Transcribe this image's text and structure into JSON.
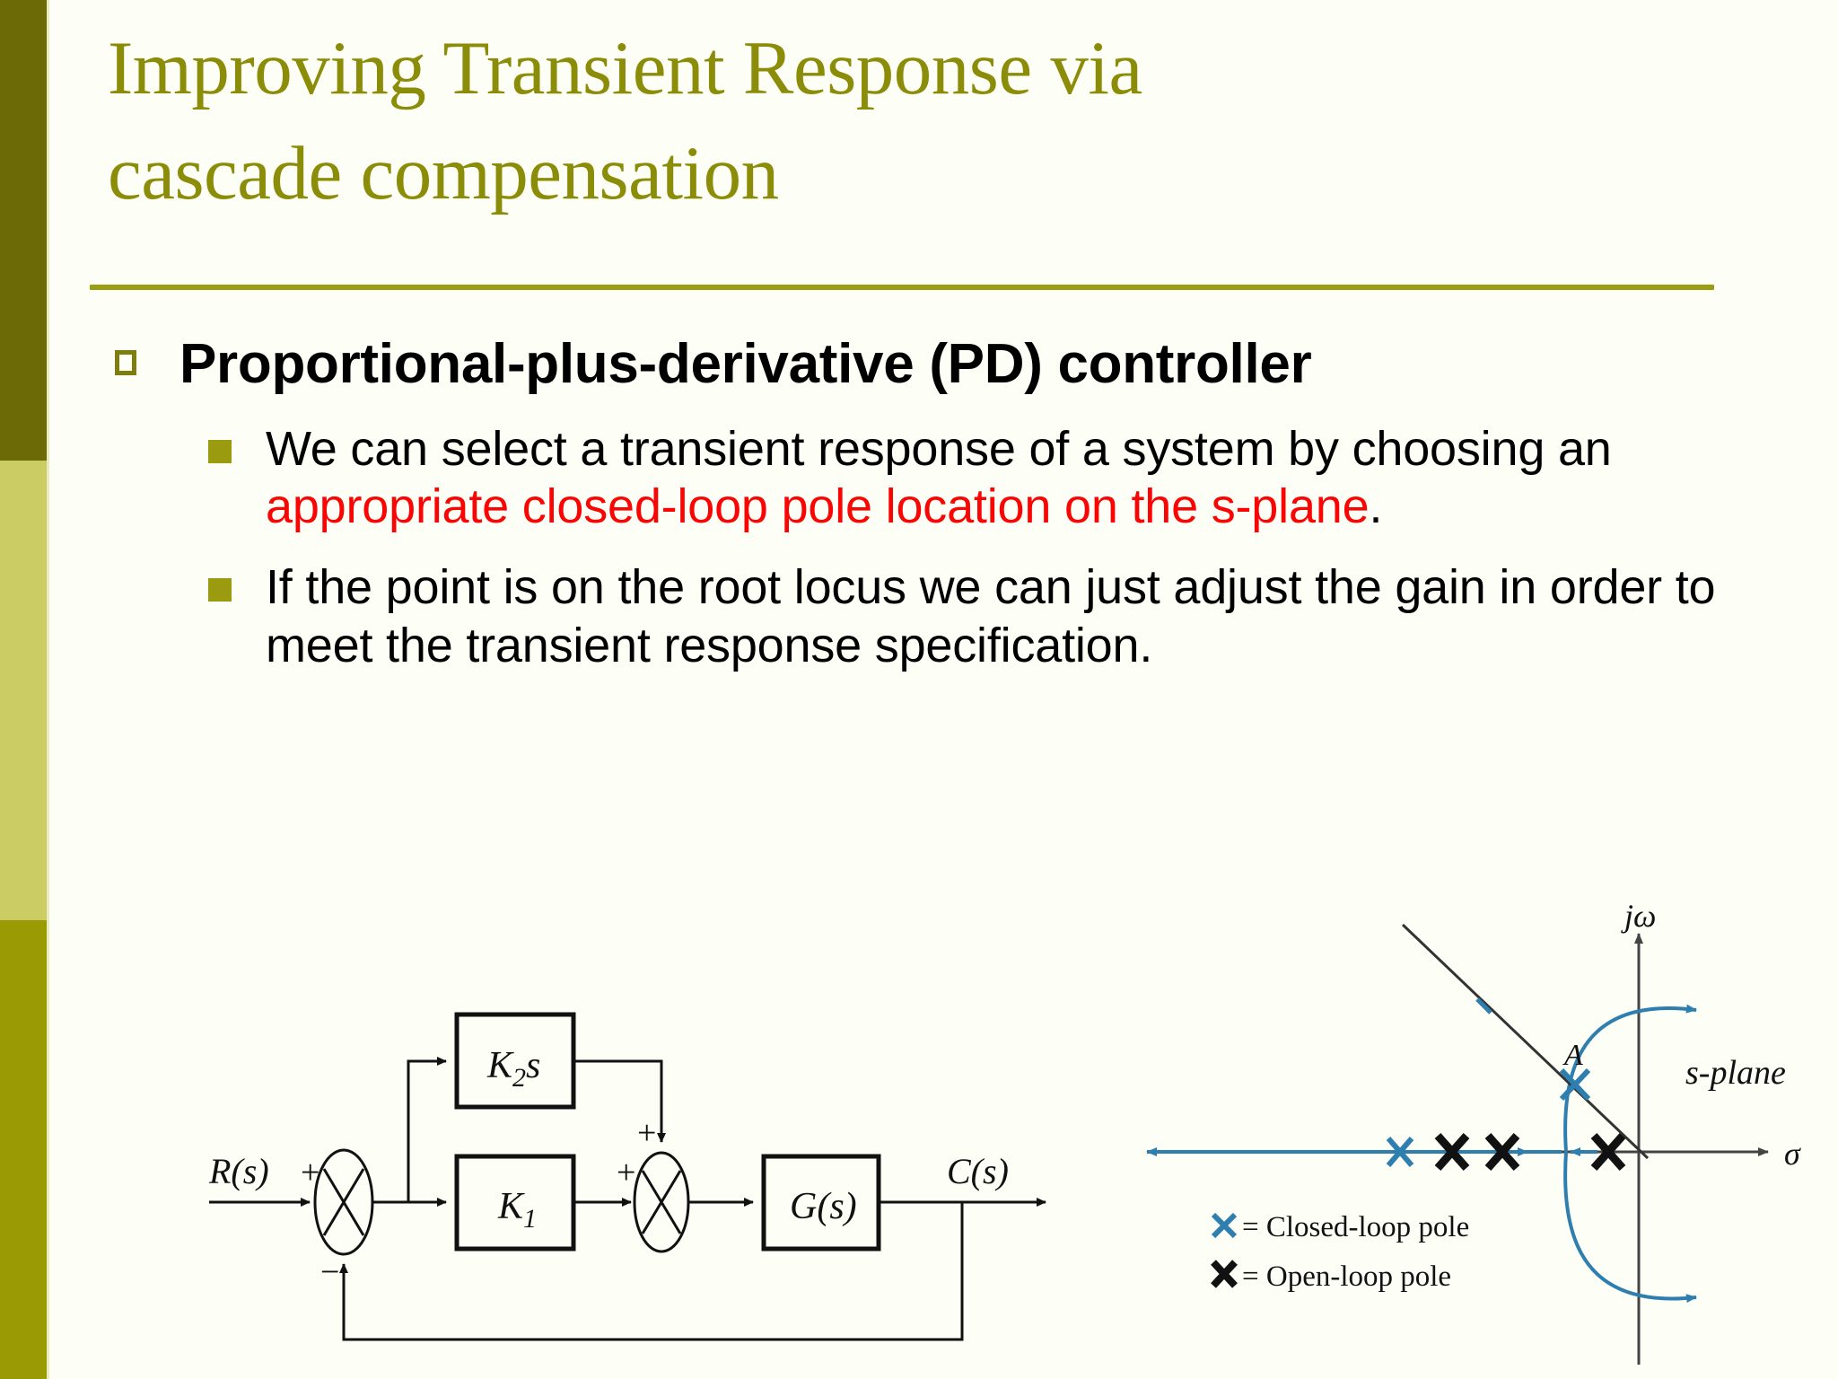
{
  "slide": {
    "title_line1": "Improving Transient Response via",
    "title_line2": "cascade compensation",
    "title_color": "#8b8c07",
    "rule_color": "#9a9e12",
    "background": "#fdfff7"
  },
  "sidebar": {
    "bands": [
      {
        "name": "band-top",
        "color": "#6b6a06"
      },
      {
        "name": "band-mid",
        "color": "#cbcd64"
      },
      {
        "name": "band-bot",
        "color": "#9a9a05"
      }
    ]
  },
  "bullets": {
    "level1": {
      "marker": "hollow-square-marker",
      "marker_color": "#7d7d10",
      "text": "Proportional-plus-derivative (PD) controller"
    },
    "level2": [
      {
        "marker": "filled-square-marker",
        "marker_color": "#9b9b10",
        "segments": [
          {
            "text": "We can select a transient response of a system by choosing an ",
            "color": "#000000"
          },
          {
            "text": "appropriate closed-loop pole location on the s-plane",
            "color": "#fb0404"
          },
          {
            "text": ".",
            "color": "#000000"
          }
        ]
      },
      {
        "marker": "filled-square-marker",
        "marker_color": "#9b9b10",
        "segments": [
          {
            "text": "If the point is on the root locus we can just adjust the gain in order to meet the transient response specification.",
            "color": "#000000"
          }
        ]
      }
    ]
  },
  "block_diagram": {
    "name": "pd-controller-block-diagram",
    "input_label": "R(s)",
    "output_label": "C(s)",
    "blocks": [
      {
        "id": "k2s",
        "label": "K₂s"
      },
      {
        "id": "k1",
        "label": "K₁"
      },
      {
        "id": "gs",
        "label": "G(s)"
      }
    ],
    "summing_junctions": [
      {
        "id": "sum1",
        "signs": [
          "+",
          "−"
        ]
      },
      {
        "id": "sum2",
        "signs": [
          "+",
          "+"
        ]
      }
    ],
    "line_color": "#000000"
  },
  "root_locus": {
    "name": "s-plane-root-locus-diagram",
    "axis_labels": {
      "imag": "jω",
      "real": "σ"
    },
    "plane_label": "s-plane",
    "point_label": "A",
    "legend": [
      {
        "symbol": "X",
        "color": "#2e7fb0",
        "text": "= Closed-loop pole"
      },
      {
        "symbol": "X",
        "color": "#111111",
        "text": "= Open-loop pole"
      }
    ],
    "closed_loop_color": "#2e7fb0",
    "open_loop_color": "#111111",
    "poles": {
      "closed_loop_real_axis": [
        -5.1
      ],
      "open_loop_real_axis": [
        -4.1,
        -3.1,
        -0.55
      ],
      "closed_loop_point_A": {
        "real": -0.75,
        "imag": 1.45
      }
    },
    "locus_branches": "complex-pair-arc-crossing-imaginary-axis",
    "constant_damping_ray": true
  }
}
